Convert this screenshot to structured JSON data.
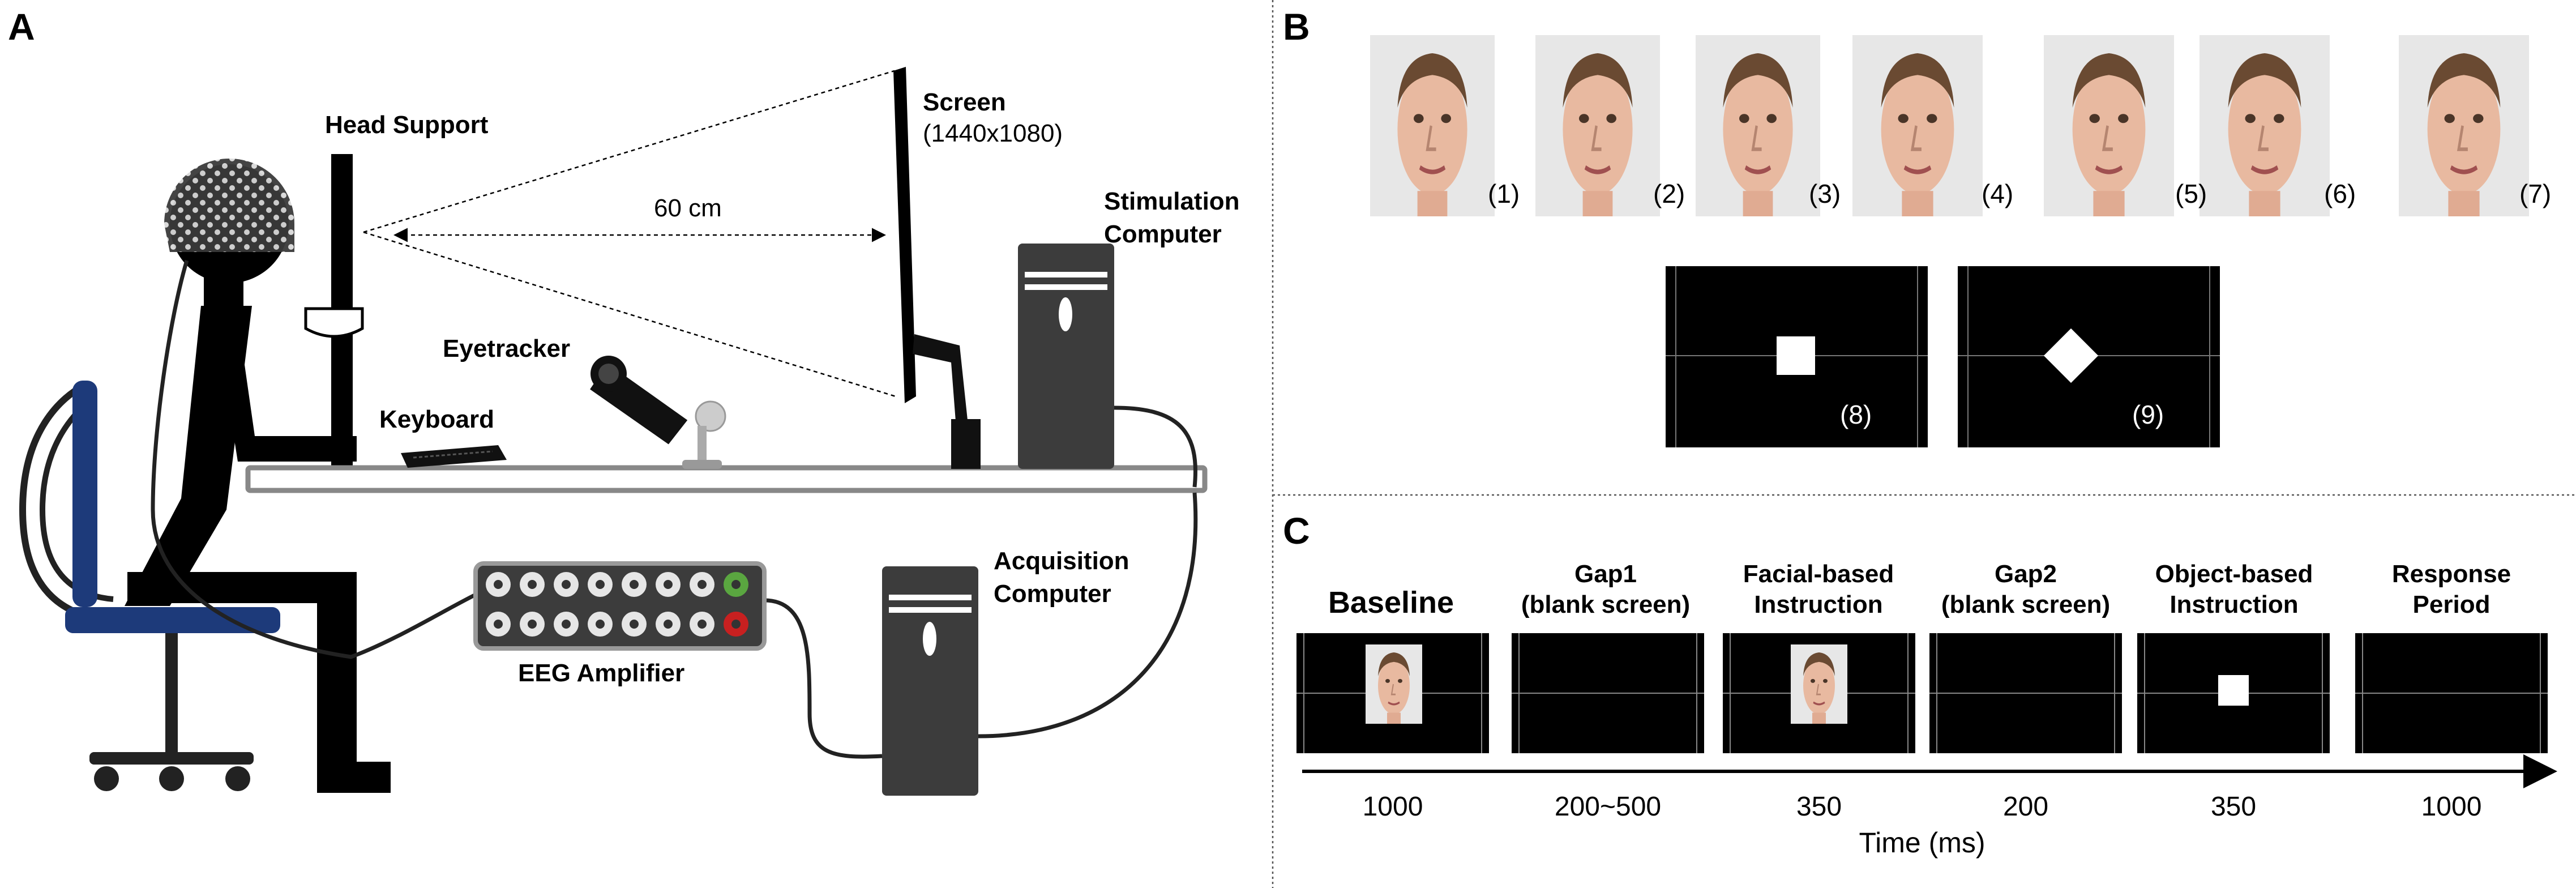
{
  "panels": {
    "a": {
      "letter": "A",
      "labels": {
        "head_support": "Head Support",
        "screen": "Screen",
        "screen_resolution": "(1440x1080)",
        "distance": "60 cm",
        "stimulation_computer_line1": "Stimulation",
        "stimulation_computer_line2": "Computer",
        "eyetracker": "Eyetracker",
        "keyboard": "Keyboard",
        "acquisition_computer_line1": "Acquisition",
        "acquisition_computer_line2": "Computer",
        "eeg_amplifier": "EEG Amplifier"
      }
    },
    "b": {
      "letter": "B",
      "face_labels": [
        "(1)",
        "(2)",
        "(3)",
        "(4)",
        "(5)",
        "(6)",
        "(7)"
      ],
      "object_labels": [
        "(8)",
        "(9)"
      ]
    },
    "c": {
      "letter": "C",
      "stages": [
        {
          "line1": "",
          "line2": "Baseline",
          "duration": "1000"
        },
        {
          "line1": "Gap1",
          "line2": "(blank screen)",
          "duration": "200~500"
        },
        {
          "line1": "Facial-based",
          "line2": "Instruction",
          "duration": "350"
        },
        {
          "line1": "Gap2",
          "line2": "(blank screen)",
          "duration": "200"
        },
        {
          "line1": "Object-based",
          "line2": "Instruction",
          "duration": "350"
        },
        {
          "line1": "Response",
          "line2": "Period",
          "duration": "1000"
        }
      ],
      "axis_label": "Time (ms)"
    }
  },
  "colors": {
    "chair_blue": "#1d3a7a",
    "computer_gray": "#3c3c3c",
    "amp_green": "#5aa640",
    "amp_red": "#c82020",
    "skin": "#e8b9a0"
  }
}
